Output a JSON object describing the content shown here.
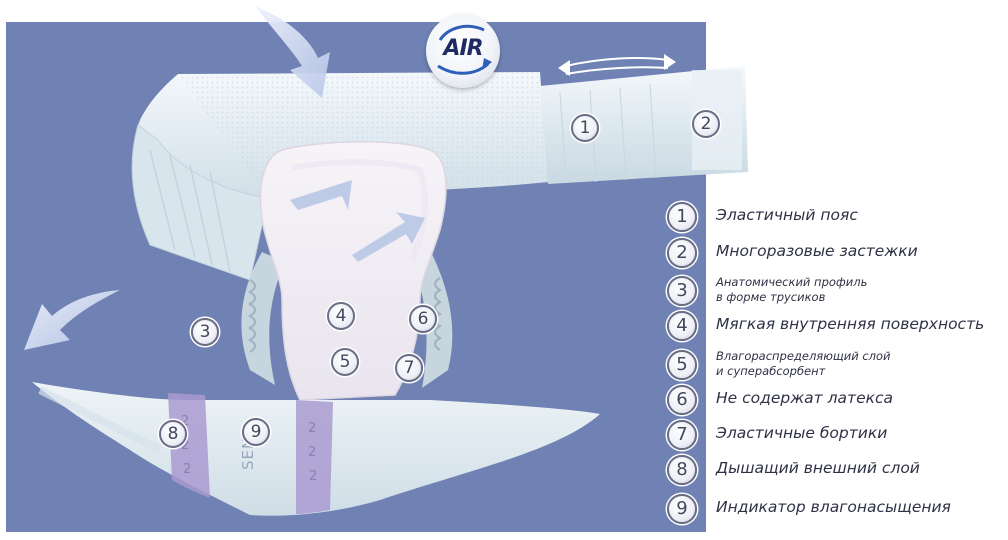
{
  "badge": {
    "text": "AIR"
  },
  "brand_print": "SENI",
  "markers": [
    {
      "n": "1"
    },
    {
      "n": "2"
    },
    {
      "n": "3"
    },
    {
      "n": "4"
    },
    {
      "n": "5"
    },
    {
      "n": "6"
    },
    {
      "n": "7"
    },
    {
      "n": "8"
    },
    {
      "n": "9"
    }
  ],
  "legend": [
    {
      "n": "1",
      "line1": "Эластичный пояс"
    },
    {
      "n": "2",
      "line1": "Многоразовые застежки"
    },
    {
      "n": "3",
      "line1": "Анатомический профиль",
      "line2": "в форме трусиков"
    },
    {
      "n": "4",
      "line1": "Мягкая внутренняя поверхность"
    },
    {
      "n": "5",
      "line1": "Влагораспределяющий слой",
      "line2": "и суперабсорбент"
    },
    {
      "n": "6",
      "line1": "Не содержат латекса"
    },
    {
      "n": "7",
      "line1": "Эластичные бортики"
    },
    {
      "n": "8",
      "line1": "Дышащий внешний слой"
    },
    {
      "n": "9",
      "line1": "Индикатор влагонасыщения"
    }
  ],
  "colors": {
    "background_panel": "#6f82b3",
    "diaper_base": "#e6eef4",
    "indicator_stripe": "#a99ad0"
  }
}
